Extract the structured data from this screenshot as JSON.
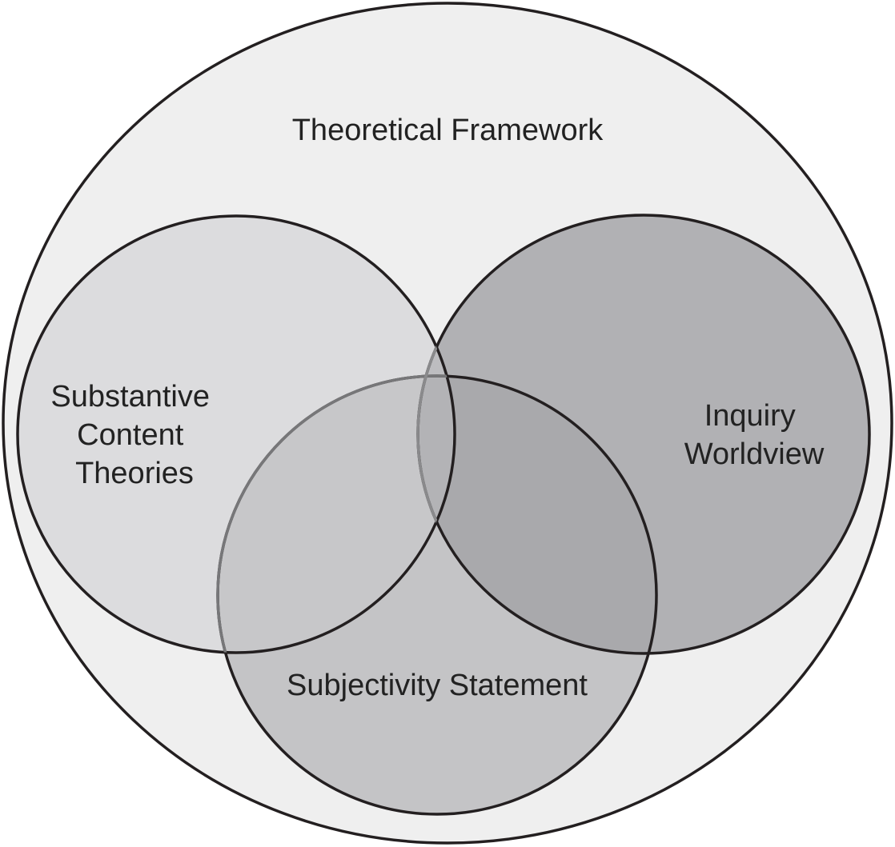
{
  "diagram": {
    "outer_label": "Theoretical Framework",
    "circles": {
      "substantive": {
        "lines": [
          "Substantive",
          "Content",
          "Theories"
        ],
        "fill": "#dcdcde"
      },
      "inquiry": {
        "lines": [
          "Inquiry",
          "Worldview"
        ],
        "fill": "#b1b1b4"
      },
      "subjectivity": {
        "lines": [
          "Subjectivity Statement"
        ],
        "fill": "#c4c4c6"
      }
    },
    "colors": {
      "outer_fill": "#efefef",
      "stroke": "#231f20",
      "overlap_sub_subj": "#c7c7c9",
      "overlap_inq_subj": "#a9a9ac"
    }
  }
}
